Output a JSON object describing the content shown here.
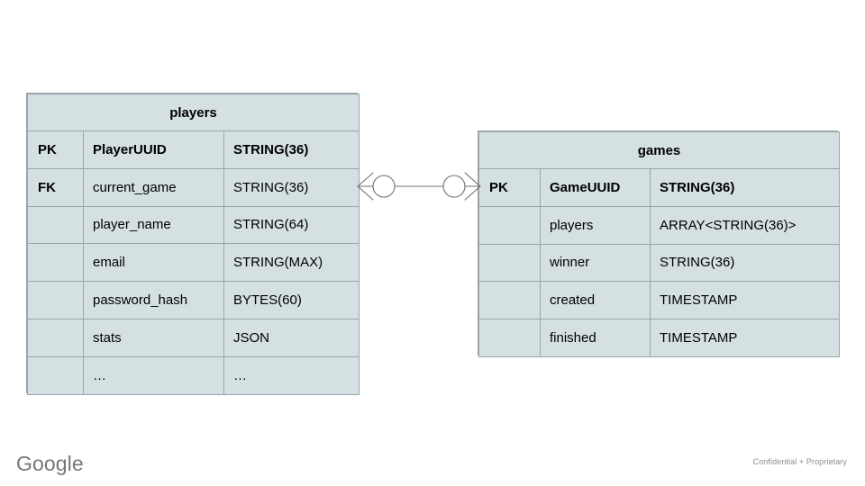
{
  "slide": {
    "background_color": "#ffffff",
    "entity_fill_color": "#d5e0e2",
    "entity_border_color": "#9aa5a8"
  },
  "diagram": {
    "type": "entity-relationship-diagram",
    "notation": "crows-foot",
    "entities": [
      {
        "id": "players",
        "title": "players",
        "columns": [
          "key",
          "field",
          "type"
        ],
        "rows": [
          {
            "key": "PK",
            "field": "PlayerUUID",
            "type": "STRING(36)",
            "bold": true
          },
          {
            "key": "FK",
            "field": "current_game",
            "type": "STRING(36)",
            "bold": false
          },
          {
            "key": "",
            "field": "player_name",
            "type": "STRING(64)",
            "bold": false
          },
          {
            "key": "",
            "field": "email",
            "type": "STRING(MAX)",
            "bold": false
          },
          {
            "key": "",
            "field": "password_hash",
            "type": "BYTES(60)",
            "bold": false
          },
          {
            "key": "",
            "field": "stats",
            "type": "JSON",
            "bold": false
          },
          {
            "key": "",
            "field": "…",
            "type": "…",
            "bold": false
          }
        ]
      },
      {
        "id": "games",
        "title": "games",
        "columns": [
          "key",
          "field",
          "type"
        ],
        "rows": [
          {
            "key": "PK",
            "field": "GameUUID",
            "type": "STRING(36)",
            "bold": true
          },
          {
            "key": "",
            "field": "players",
            "type": "ARRAY<STRING(36)>",
            "bold": false
          },
          {
            "key": "",
            "field": "winner",
            "type": "STRING(36)",
            "bold": false
          },
          {
            "key": "",
            "field": "created",
            "type": "TIMESTAMP",
            "bold": false
          },
          {
            "key": "",
            "field": "finished",
            "type": "TIMESTAMP",
            "bold": false
          }
        ]
      }
    ],
    "relationship": {
      "from": "players",
      "to": "games",
      "from_cardinality": "zero-or-many",
      "to_cardinality": "zero-or-many",
      "line_color": "#707070"
    }
  },
  "footer": {
    "brand": "Google",
    "confidentiality": "Confidential + Proprietary"
  }
}
